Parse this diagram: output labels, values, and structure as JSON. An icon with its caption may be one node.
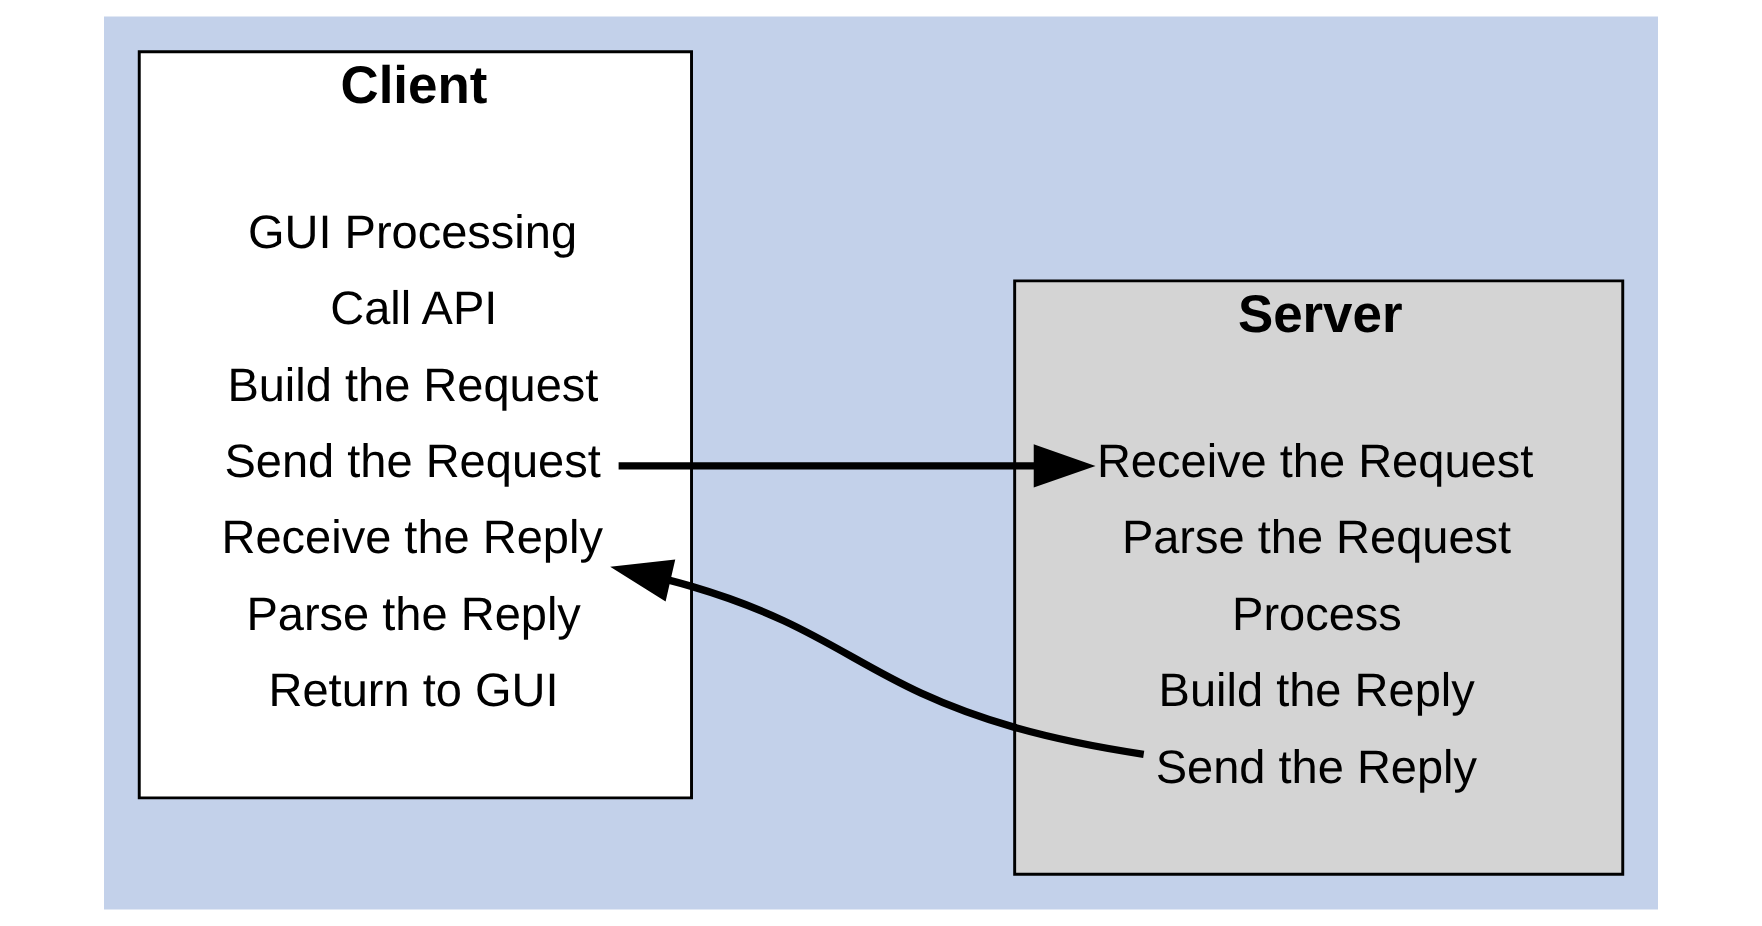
{
  "diagram": {
    "nodes": [
      {
        "text": [
          "Client"
        ]
      },
      {
        "text": [
          "GUI Processing"
        ],
        "in": 0
      },
      {
        "text": [
          "Call API"
        ],
        "in": 0
      },
      {
        "text": [
          "Build the Request"
        ],
        "in": 0
      },
      {
        "text": [
          "Send the Request"
        ],
        "in": 0
      },
      {
        "text": [
          "Receive the Reply"
        ],
        "in": 0
      },
      {
        "text": [
          "Parse the Reply"
        ],
        "in": 0
      },
      {
        "text": [
          "Return to GUI"
        ],
        "in": 0
      },
      {
        "text": [
          "Server"
        ]
      },
      {
        "text": [
          "Receive the Request"
        ],
        "in": 8
      },
      {
        "text": [
          "Parse the Request"
        ],
        "in": 8
      },
      {
        "text": [
          "Process"
        ],
        "in": 8
      },
      {
        "text": [
          "Build the Reply"
        ],
        "in": 8
      },
      {
        "text": [
          "Send the Reply"
        ],
        "in": 8
      }
    ],
    "edges": [
      {
        "from": 4,
        "to": 9,
        "arrow": "to"
      },
      {
        "from": 13,
        "to": 5,
        "arrow": "to"
      }
    ]
  }
}
